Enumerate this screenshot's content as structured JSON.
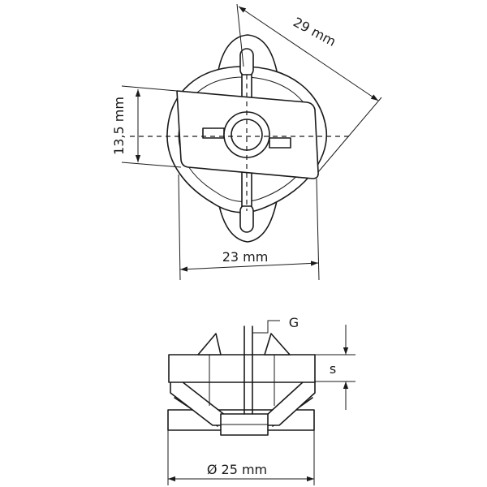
{
  "labels": {
    "width_29": "29 mm",
    "height_13_5": "13,5 mm",
    "width_23": "23 mm",
    "thread": "G",
    "thickness": "s",
    "diameter_25": "Ø 25 mm"
  }
}
